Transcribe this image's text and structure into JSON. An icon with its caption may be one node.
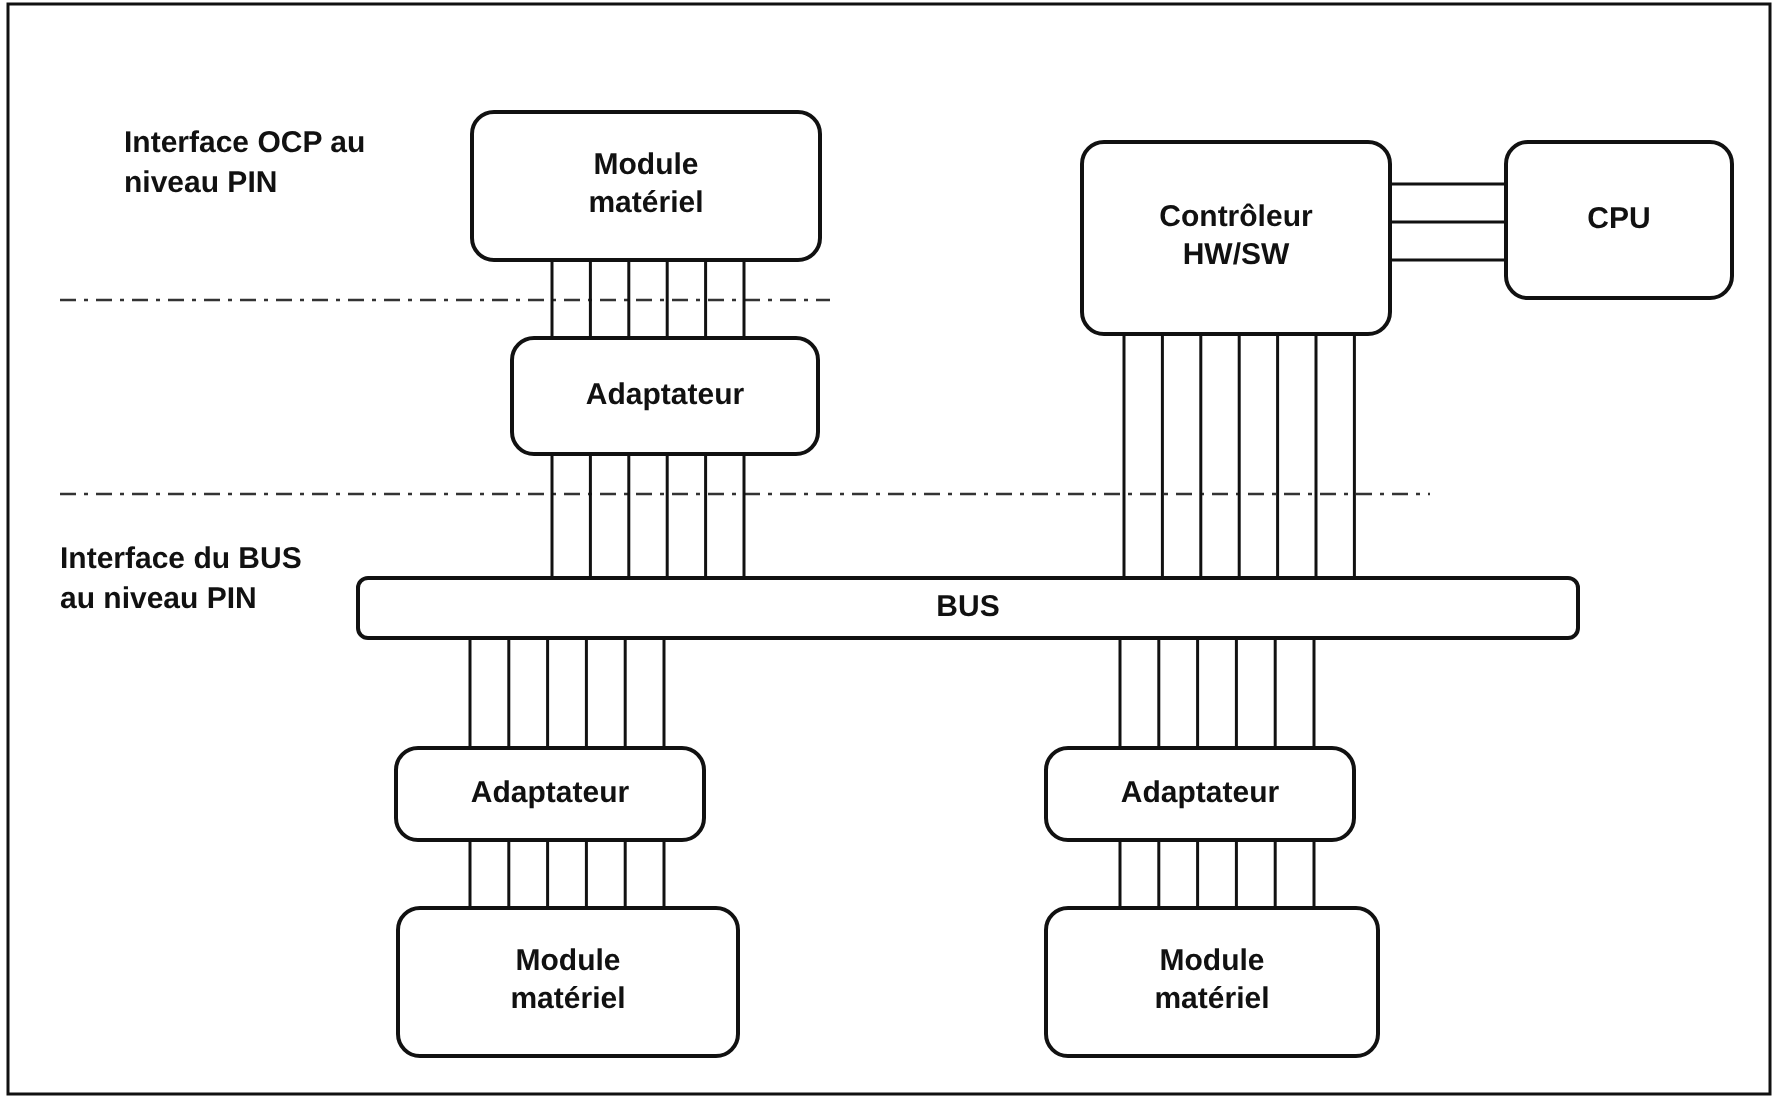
{
  "diagram": {
    "nodes": [
      {
        "text": [
          "Module matériel"
        ]
      },
      {
        "text": [
          "Adaptateur"
        ]
      },
      {
        "text": [
          "Contrôleur HW/SW"
        ]
      },
      {
        "text": [
          "CPU"
        ]
      },
      {
        "text": [
          "BUS"
        ]
      },
      {
        "text": [
          "Adaptateur"
        ]
      },
      {
        "text": [
          "Module matériel"
        ]
      },
      {
        "text": [
          "Adaptateur"
        ]
      },
      {
        "text": [
          "Module matériel"
        ]
      }
    ],
    "edges": [
      {
        "from": 0,
        "to": 1,
        "arrow": "none"
      },
      {
        "from": 0,
        "to": 1,
        "arrow": "none"
      },
      {
        "from": 0,
        "to": 1,
        "arrow": "none"
      },
      {
        "from": 0,
        "to": 1,
        "arrow": "none"
      },
      {
        "from": 0,
        "to": 1,
        "arrow": "none"
      },
      {
        "from": 0,
        "to": 1,
        "arrow": "none"
      },
      {
        "from": 1,
        "to": 4,
        "arrow": "none"
      },
      {
        "from": 1,
        "to": 4,
        "arrow": "none"
      },
      {
        "from": 1,
        "to": 4,
        "arrow": "none"
      },
      {
        "from": 1,
        "to": 4,
        "arrow": "none"
      },
      {
        "from": 1,
        "to": 4,
        "arrow": "none"
      },
      {
        "from": 1,
        "to": 4,
        "arrow": "none"
      },
      {
        "from": 2,
        "to": 3,
        "arrow": "none"
      },
      {
        "from": 2,
        "to": 3,
        "arrow": "none"
      },
      {
        "from": 2,
        "to": 3,
        "arrow": "none"
      },
      {
        "from": 2,
        "to": 4,
        "arrow": "none"
      },
      {
        "from": 2,
        "to": 4,
        "arrow": "none"
      },
      {
        "from": 2,
        "to": 4,
        "arrow": "none"
      },
      {
        "from": 2,
        "to": 4,
        "arrow": "none"
      },
      {
        "from": 2,
        "to": 4,
        "arrow": "none"
      },
      {
        "from": 2,
        "to": 4,
        "arrow": "none"
      },
      {
        "from": 2,
        "to": 4,
        "arrow": "none"
      },
      {
        "from": 4,
        "to": 5,
        "arrow": "none"
      },
      {
        "from": 4,
        "to": 5,
        "arrow": "none"
      },
      {
        "from": 4,
        "to": 5,
        "arrow": "none"
      },
      {
        "from": 4,
        "to": 5,
        "arrow": "none"
      },
      {
        "from": 4,
        "to": 5,
        "arrow": "none"
      },
      {
        "from": 4,
        "to": 5,
        "arrow": "none"
      },
      {
        "from": 5,
        "to": 6,
        "arrow": "none"
      },
      {
        "from": 5,
        "to": 6,
        "arrow": "none"
      },
      {
        "from": 5,
        "to": 6,
        "arrow": "none"
      },
      {
        "from": 5,
        "to": 6,
        "arrow": "none"
      },
      {
        "from": 5,
        "to": 6,
        "arrow": "none"
      },
      {
        "from": 5,
        "to": 6,
        "arrow": "none"
      },
      {
        "from": 4,
        "to": 7,
        "arrow": "none"
      },
      {
        "from": 4,
        "to": 7,
        "arrow": "none"
      },
      {
        "from": 4,
        "to": 7,
        "arrow": "none"
      },
      {
        "from": 4,
        "to": 7,
        "arrow": "none"
      },
      {
        "from": 4,
        "to": 7,
        "arrow": "none"
      },
      {
        "from": 4,
        "to": 7,
        "arrow": "none"
      },
      {
        "from": 7,
        "to": 8,
        "arrow": "none"
      },
      {
        "from": 7,
        "to": 8,
        "arrow": "none"
      },
      {
        "from": 7,
        "to": 8,
        "arrow": "none"
      },
      {
        "from": 7,
        "to": 8,
        "arrow": "none"
      },
      {
        "from": 7,
        "to": 8,
        "arrow": "none"
      },
      {
        "from": 7,
        "to": 8,
        "arrow": "none"
      }
    ],
    "labels": [
      "Interface OCP au niveau PIN",
      "Interface du BUS au niveau PIN"
    ]
  }
}
